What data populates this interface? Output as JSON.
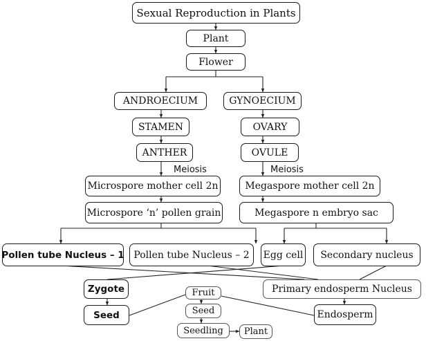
{
  "nodes": {
    "title": "Sexual Reproduction in Plants",
    "plant": "Plant",
    "flower": "Flower",
    "androecium": "ANDROECIUM",
    "gynoecium": "GYNOECIUM",
    "stamen": "STAMEN",
    "ovary": "OVARY",
    "anther": "ANTHER",
    "ovule": "OVULE",
    "microspore_mother": "Microspore mother cell 2n",
    "megaspore_mother": "Megaspore mother cell 2n",
    "microspore_pollen": "Microspore ‘n’ pollen grain",
    "megaspore_embryo": "Megaspore n embryo sac",
    "pollen_nucleus_1": "Pollen tube Nucleus – 1",
    "pollen_nucleus_2": "Pollen tube Nucleus – 2",
    "egg_cell": "Egg cell",
    "secondary_nucleus": "Secondary nucleus",
    "zygote": "Zygote",
    "primary_endosperm": "Primary endosperm Nucleus",
    "fruit": "Fruit",
    "seed_left": "Seed",
    "seed_center": "Seed",
    "endosperm": "Endosperm",
    "seedling": "Seedling",
    "plant_final": "Plant"
  },
  "labels": {
    "meiosis_left": "Meiosis",
    "meiosis_right": "Meiosis"
  }
}
